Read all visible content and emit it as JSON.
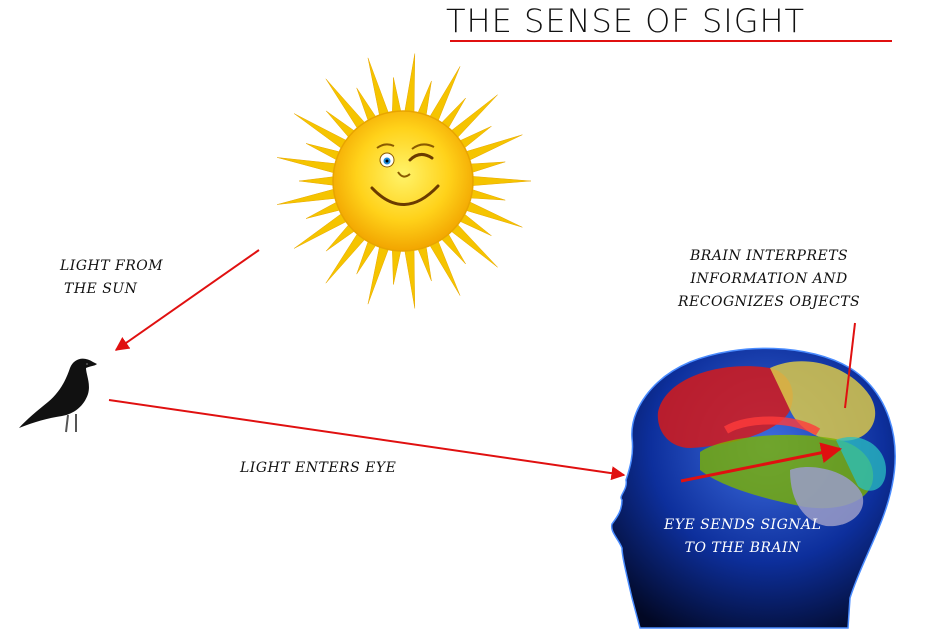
{
  "title": "THE SENSE OF SIGHT",
  "labels": {
    "light_from_sun": [
      "LIGHT FROM",
      "THE SUN"
    ],
    "brain_interprets": [
      "BRAIN INTERPRETS",
      "INFORMATION AND",
      "RECOGNIZES OBJECTS"
    ],
    "light_enters_eye": "LIGHT ENTERS EYE",
    "eye_sends_signal": [
      "EYE SENDS SIGNAL",
      "TO THE BRAIN"
    ]
  },
  "colors": {
    "arrow": "#e01010",
    "title_rule": "#e01010",
    "sun_rays": "#f5c400",
    "sun_face": "#ffd21a",
    "bird": "#111111",
    "head": "#0a2a8a"
  },
  "icons": [
    "sun-icon",
    "bird-icon",
    "head-brain-icon"
  ]
}
